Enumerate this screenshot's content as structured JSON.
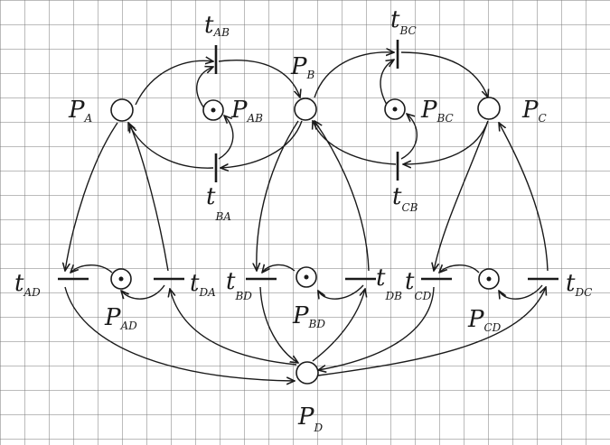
{
  "colors": {
    "paper": "#ffffff",
    "grid": "#7a7a7a",
    "ink": "#1a1a1a"
  },
  "places": {
    "PA": {
      "main": "P",
      "sub": "A"
    },
    "PB": {
      "main": "P",
      "sub": "B"
    },
    "PC": {
      "main": "P",
      "sub": "C"
    },
    "PD": {
      "main": "P",
      "sub": "D"
    },
    "PAB": {
      "main": "P",
      "sub": "AB",
      "tokens": 1
    },
    "PBC": {
      "main": "P",
      "sub": "BC",
      "tokens": 1
    },
    "PAD": {
      "main": "P",
      "sub": "AD",
      "tokens": 1
    },
    "PBD": {
      "main": "P",
      "sub": "BD",
      "tokens": 1
    },
    "PCD": {
      "main": "P",
      "sub": "CD",
      "tokens": 1
    }
  },
  "transitions": {
    "tAB": {
      "main": "t",
      "sub": "AB"
    },
    "tBA": {
      "main": "t",
      "sub": "BA"
    },
    "tBC": {
      "main": "t",
      "sub": "BC"
    },
    "tCB": {
      "main": "t",
      "sub": "CB"
    },
    "tAD": {
      "main": "t",
      "sub": "AD"
    },
    "tDA": {
      "main": "t",
      "sub": "DA"
    },
    "tBD": {
      "main": "t",
      "sub": "BD"
    },
    "tDB": {
      "main": "t",
      "sub": "DB"
    },
    "tCD": {
      "main": "t",
      "sub": "CD"
    },
    "tDC": {
      "main": "t",
      "sub": "DC"
    }
  }
}
